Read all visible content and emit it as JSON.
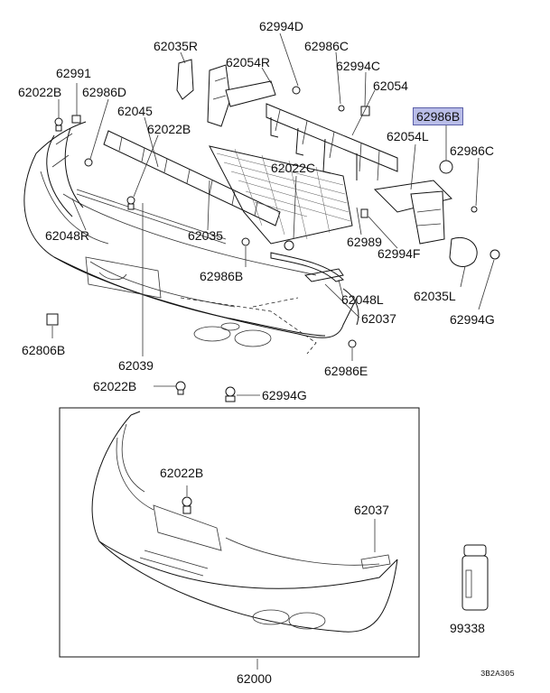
{
  "diagram": {
    "highlight_color": "#b9bde8",
    "labels": {
      "p62994D": "62994D",
      "p62035R": "62035R",
      "p62986C_top": "62986C",
      "p62054R": "62054R",
      "p62994C": "62994C",
      "p62991": "62991",
      "p62022B_left": "62022B",
      "p62986D": "62986D",
      "p62054": "62054",
      "p62986B_hi": "62986B",
      "p62045": "62045",
      "p62022B_mid": "62022B",
      "p62054L": "62054L",
      "p62986C_right": "62986C",
      "p62022C": "62022C",
      "p62048R": "62048R",
      "p62035": "62035",
      "p62989": "62989",
      "p62994F": "62994F",
      "p62986B_low": "62986B",
      "p62048L": "62048L",
      "p62035L": "62035L",
      "p62994G_right": "62994G",
      "p62037_top": "62037",
      "p62806B": "62806B",
      "p62039": "62039",
      "p62986E": "62986E",
      "p62022B_bottom": "62022B",
      "p62994G_bottom": "62994G",
      "p62022B_box": "62022B",
      "p62037_box": "62037",
      "p99338": "99338",
      "p62000": "62000",
      "drawing_code": "3B2A305"
    }
  }
}
